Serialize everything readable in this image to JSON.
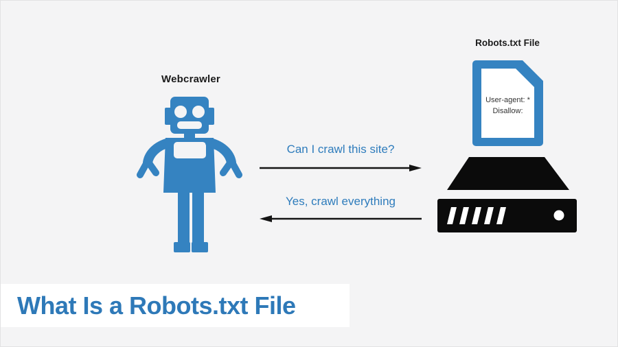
{
  "page": {
    "background": "#f4f4f5"
  },
  "colors": {
    "accent_blue": "#3583c1",
    "message_text_blue": "#2e7cbc",
    "title_blue": "#2e79b8",
    "icon_black": "#0b0b0b",
    "band_white": "#ffffff"
  },
  "crawler": {
    "label": "Webcrawler",
    "icon": "robot-icon"
  },
  "file": {
    "label": "Robots.txt File",
    "icon": "document-icon",
    "lines": [
      "User-agent: *",
      "Disallow:"
    ]
  },
  "server": {
    "icon": "server-icon"
  },
  "conversation": {
    "request": "Can I crawl this site?",
    "response": "Yes, crawl everything"
  },
  "title": {
    "text": "What Is a Robots.txt File"
  }
}
